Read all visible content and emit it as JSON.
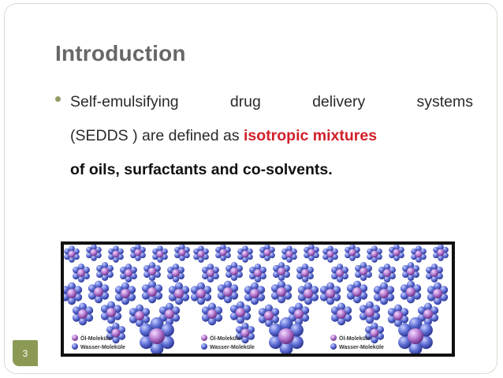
{
  "slide": {
    "title": "Introduction",
    "bullet": {
      "line1_words": [
        "Self-emulsifying",
        "drug",
        "delivery",
        "systems"
      ],
      "line2_prefix": "(SEDDS ) are defined as ",
      "line2_highlight": "isotropic mixtures",
      "line3": "of oils, surfactants and co-solvents."
    },
    "figure": {
      "legend_oil": "Öl-Moleküle",
      "legend_water": "Wasser-Moleküle"
    },
    "page_number": "3"
  },
  "colors": {
    "title": "#676767",
    "highlight": "#d1202a",
    "accent": "#8a9a55",
    "oil_molecule": "#b77ad0",
    "water_molecule": "#5f6fd6"
  }
}
